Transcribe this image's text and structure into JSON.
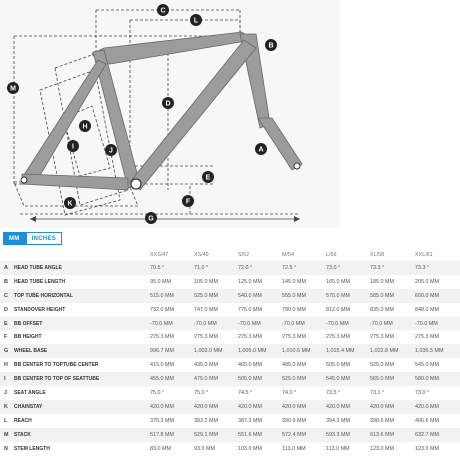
{
  "diagram": {
    "labels": [
      "A",
      "B",
      "C",
      "D",
      "E",
      "F",
      "G",
      "H",
      "I",
      "J",
      "K",
      "L",
      "M"
    ]
  },
  "units": {
    "mm": "MM",
    "inches": "INCHES",
    "active": "mm"
  },
  "table": {
    "sizes": [
      "XXS/47",
      "XS/49",
      "S/52",
      "M/54",
      "L/56",
      "XL/58",
      "XXL/61"
    ],
    "rows": [
      {
        "key": "A",
        "name": "Head Tube Angle",
        "values": [
          "70.5 °",
          "71.0 °",
          "72.0 °",
          "72.5 °",
          "73.0 °",
          "73.3 °",
          "73.3 °"
        ]
      },
      {
        "key": "B",
        "name": "Head Tube Length",
        "values": [
          "95.0 MM",
          "105.0 MM",
          "125.0 MM",
          "145.0 MM",
          "165.0 MM",
          "185.0 MM",
          "205.0 MM"
        ]
      },
      {
        "key": "C",
        "name": "Top Tube Horizontal",
        "values": [
          "515.0 MM",
          "525.0 MM",
          "540.0 MM",
          "555.0 MM",
          "570.0 MM",
          "585.0 MM",
          "600.0 MM"
        ]
      },
      {
        "key": "D",
        "name": "Standover Height",
        "values": [
          "732.0 MM",
          "747.0 MM",
          "775.0 MM",
          "790.0 MM",
          "812.0 MM",
          "835.0 MM",
          "848.0 MM"
        ]
      },
      {
        "key": "E",
        "name": "BB Offset",
        "values": [
          "-70.0 MM",
          "-70.0 MM",
          "-70.0 MM",
          "-70.0 MM",
          "-70.0 MM",
          "-70.0 MM",
          "-70.0 MM"
        ]
      },
      {
        "key": "F",
        "name": "BB Height",
        "values": [
          "275.3 MM",
          "275.3 MM",
          "275.3 MM",
          "275.3 MM",
          "275.3 MM",
          "275.3 MM",
          "275.3 MM"
        ]
      },
      {
        "key": "G",
        "name": "Wheel Base",
        "values": [
          "996.7 MM",
          "1,003.0 MM",
          "1,005.0 MM",
          "1,010.6 MM",
          "1,015.4 MM",
          "1,022.8 MM",
          "1,036.5 MM"
        ]
      },
      {
        "key": "H",
        "name": "BB Center to Toptube Center",
        "values": [
          "415.0 MM",
          "435.0 MM",
          "465.0 MM",
          "485.0 MM",
          "505.0 MM",
          "525.0 MM",
          "545.0 MM"
        ]
      },
      {
        "key": "I",
        "name": "BB Center to Top of Seattube",
        "values": [
          "455.0 MM",
          "475.0 MM",
          "505.0 MM",
          "525.0 MM",
          "545.0 MM",
          "565.0 MM",
          "580.0 MM"
        ]
      },
      {
        "key": "J",
        "name": "Seat Angle",
        "values": [
          "75.0 °",
          "75.0 °",
          "74.5 °",
          "74.0 °",
          "73.5 °",
          "73.1 °",
          "73.0 °"
        ]
      },
      {
        "key": "K",
        "name": "Chainstay",
        "values": [
          "420.0 MM",
          "420.0 MM",
          "420.0 MM",
          "420.0 MM",
          "420.0 MM",
          "420.0 MM",
          "420.0 MM"
        ]
      },
      {
        "key": "L",
        "name": "Reach",
        "values": [
          "376.3 MM",
          "383.2 MM",
          "387.3 MM",
          "390.9 MM",
          "394.3 MM",
          "398.6 MM",
          "406.6 MM"
        ]
      },
      {
        "key": "M",
        "name": "Stack",
        "values": [
          "517.8 MM",
          "529.1 MM",
          "551.6 MM",
          "572.4 MM",
          "593.3 MM",
          "613.6 MM",
          "632.7 MM"
        ]
      },
      {
        "key": "N",
        "name": "Stem Length",
        "values": [
          "83.0 MM",
          "93.0 MM",
          "103.0 MM",
          "113.0 MM",
          "113.0 MM",
          "123.0 MM",
          "123.0 MM"
        ]
      }
    ]
  },
  "colors": {
    "frame": "#9c9c9c",
    "accent": "#1d8fd6",
    "marker": "#222222"
  }
}
